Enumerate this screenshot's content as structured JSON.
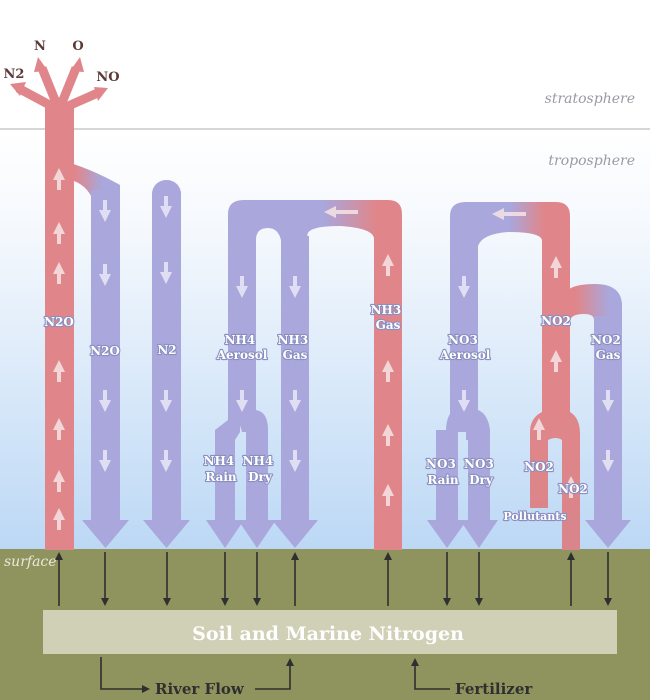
{
  "layers": {
    "stratosphere": "stratosphere",
    "troposphere": "troposphere",
    "surface": "surface"
  },
  "stratosphere_outputs": {
    "n2": "N2",
    "n": "N",
    "o": "O",
    "no": "NO"
  },
  "flows": {
    "n2o_up": "N2O",
    "n2o_down": "N2O",
    "n2": "N2",
    "nh4_aerosol": [
      "NH4",
      "Aerosol"
    ],
    "nh3_gas_down": [
      "NH3",
      "Gas"
    ],
    "nh3_gas_up": [
      "NH3",
      "Gas"
    ],
    "nh4_rain": [
      "NH4",
      "Rain"
    ],
    "nh4_dry": [
      "NH4",
      "Dry"
    ],
    "no3_aerosol": [
      "NO3",
      "Aerosol"
    ],
    "no3_rain": [
      "NO3",
      "Rain"
    ],
    "no3_dry": [
      "NO3",
      "Dry"
    ],
    "no2_up": "NO2",
    "no2_gas": [
      "NO2",
      "Gas"
    ],
    "no2_left": "NO2",
    "no2_right": "NO2",
    "pollutants": "Pollutants"
  },
  "soil": {
    "label": "Soil and Marine Nitrogen"
  },
  "bottom": {
    "river_flow": "River Flow",
    "fertilizer": "Fertilizer"
  },
  "colors": {
    "red_flow": "#e0868a",
    "blue_flow": "#a9a7db",
    "ground": "#8f935e",
    "soil_box": "#cfd0b5",
    "sky_bottom": "#bcd8f5"
  }
}
